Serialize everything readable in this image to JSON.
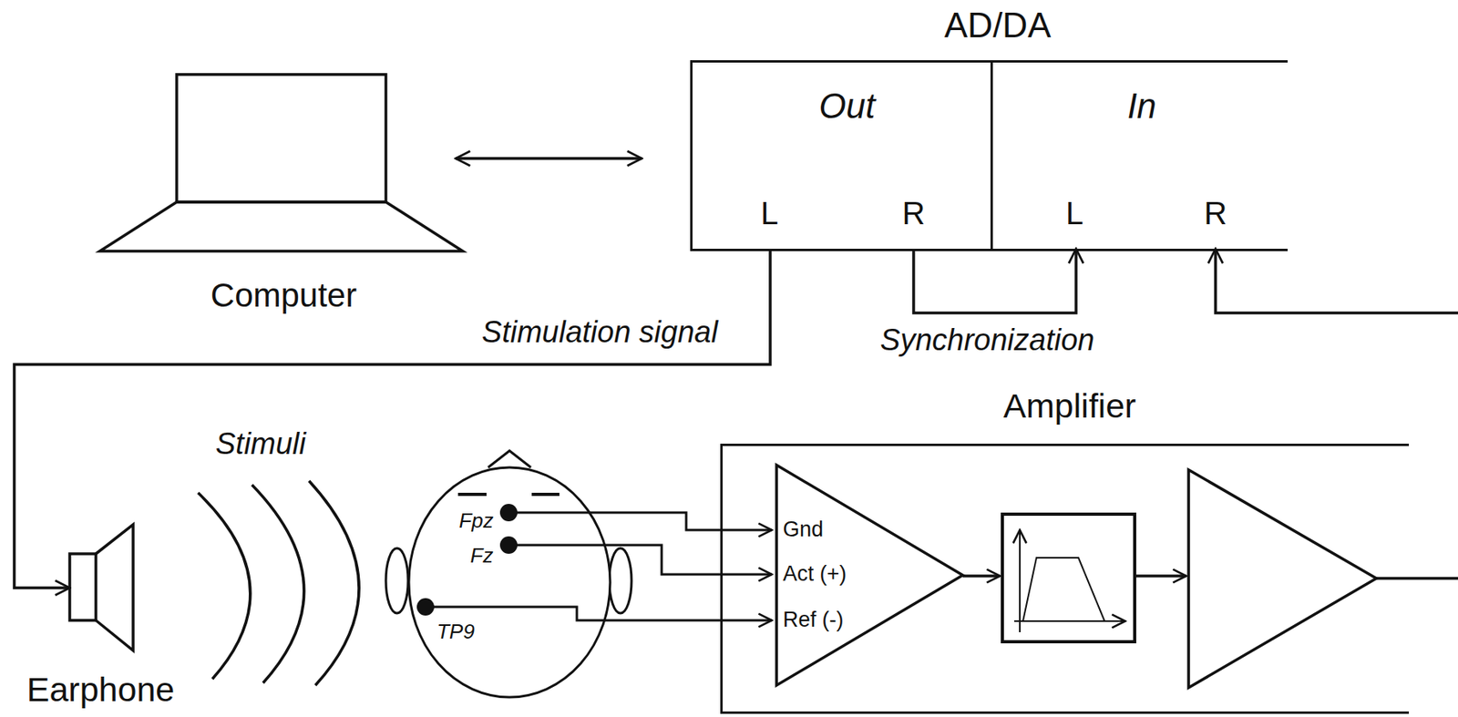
{
  "diagram": {
    "nodes": [
      {
        "text": [
          "Computer"
        ]
      },
      {
        "text": [
          "AD/DA"
        ]
      },
      {
        "text": [
          "Out",
          "L",
          "R"
        ],
        "in": 1
      },
      {
        "text": [
          "In",
          "L",
          "R"
        ],
        "in": 1
      },
      {
        "text": [
          "Earphone"
        ]
      },
      {
        "text": [
          "Amplifier"
        ]
      },
      {
        "text": [
          "Gnd",
          "Act (+)",
          "Ref (-)"
        ],
        "in": 5
      }
    ],
    "edges": [
      {
        "from": 0,
        "to": 1,
        "arrow": "both"
      },
      {
        "from": 2,
        "to": 4,
        "label": "Stimulation signal",
        "arrow": "to"
      },
      {
        "from": 2,
        "to": 3,
        "label": "Synchronization",
        "arrow": "to"
      },
      {
        "from": 5,
        "to": 3,
        "arrow": "to"
      }
    ],
    "labels": [
      "Stimuli",
      "Fpz",
      "Fz",
      "TP9"
    ]
  }
}
